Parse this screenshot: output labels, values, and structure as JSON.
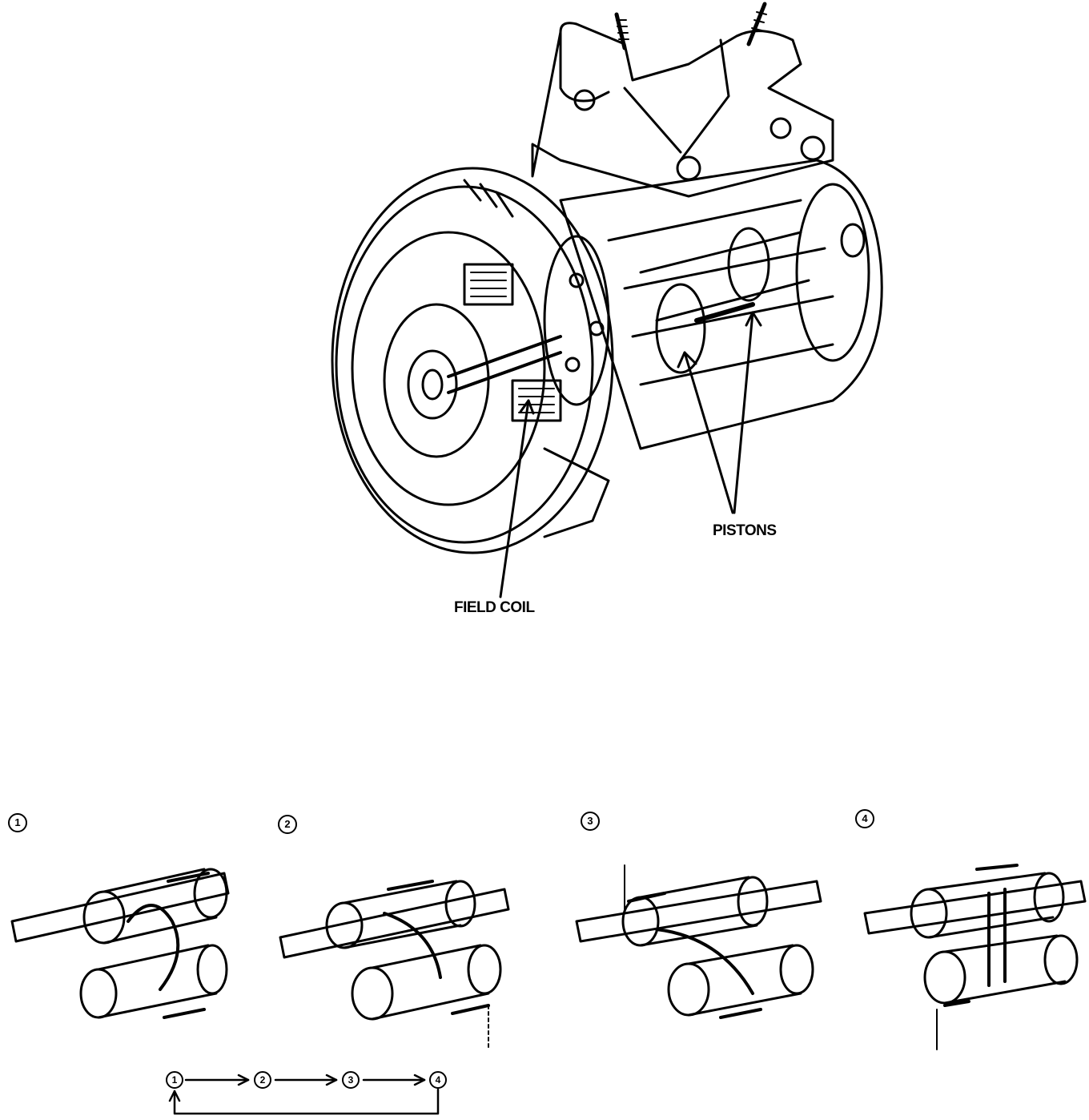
{
  "labels": {
    "pistons": "PISTONS",
    "field_coil": "FIELD COIL"
  },
  "steps": [
    {
      "marker": "1"
    },
    {
      "marker": "2"
    },
    {
      "marker": "3"
    },
    {
      "marker": "4"
    }
  ],
  "cycle": {
    "nodes": [
      "1",
      "2",
      "3",
      "4"
    ]
  },
  "colors": {
    "ink": "#000000",
    "paper": "#ffffff"
  }
}
